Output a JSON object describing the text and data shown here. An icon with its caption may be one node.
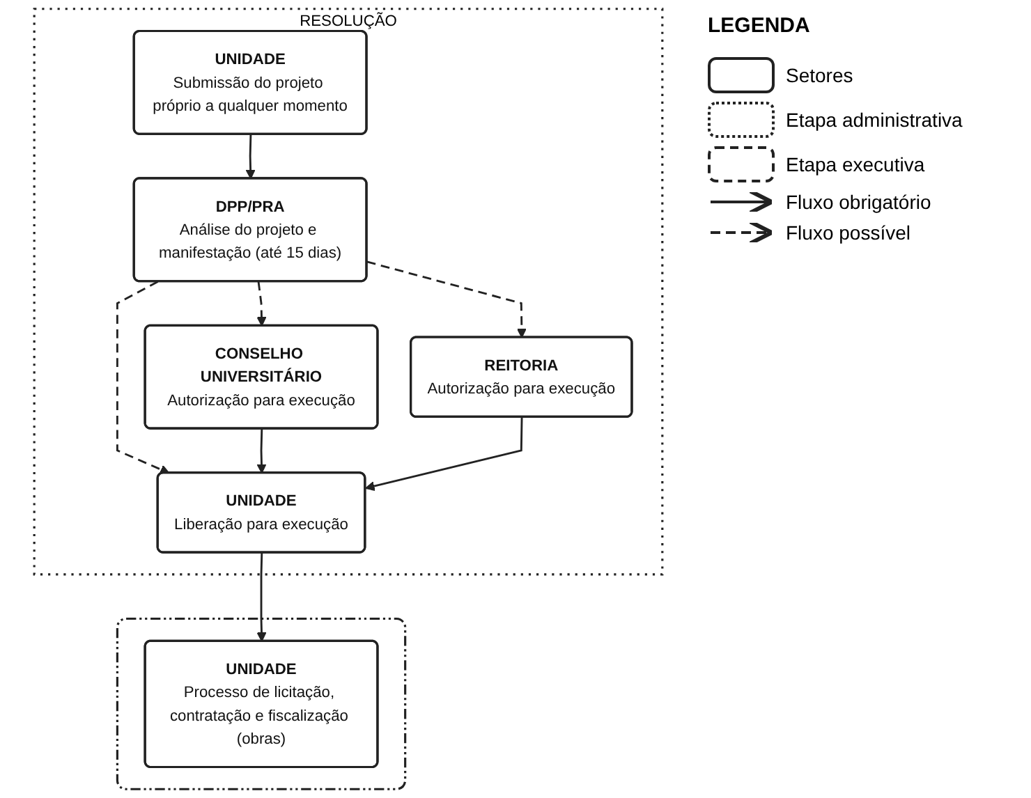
{
  "diagram": {
    "nodes": [
      {
        "text": [
          "RESOLUÇÃO"
        ]
      },
      {
        "text": [
          "UNIDADE",
          "Submissão do projeto próprio a qualquer momento"
        ],
        "in": 0
      },
      {
        "text": [
          "DPP/PRA",
          "Análise do projeto e manifestação (até 15 dias)"
        ],
        "in": 0
      },
      {
        "text": [
          "CONSELHO UNIVERSITÁRIO",
          "Autorização para execução"
        ],
        "in": 0
      },
      {
        "text": [
          "REITORIA",
          "Autorização para execução"
        ],
        "in": 0
      },
      {
        "text": [
          "UNIDADE",
          "Liberação para execução"
        ],
        "in": 0
      },
      {
        "text": [],
        "shape": "box"
      },
      {
        "text": [
          "UNIDADE",
          "Processo de licitação, contratação e fiscalização (obras)"
        ],
        "in": 6
      }
    ],
    "edges": [
      {
        "from": 1,
        "to": 2,
        "arrow": "to"
      },
      {
        "from": 2,
        "to": 3,
        "arrow": "to",
        "style": "dashed"
      },
      {
        "from": 2,
        "to": 4,
        "arrow": "to",
        "style": "dashed"
      },
      {
        "from": 2,
        "to": 5,
        "arrow": "to",
        "style": "dashed"
      },
      {
        "from": 3,
        "to": 5,
        "arrow": "to"
      },
      {
        "from": 4,
        "to": 5,
        "arrow": "to"
      },
      {
        "from": 5,
        "to": 7,
        "arrow": "to"
      }
    ],
    "labels": [
      "LEGENDA"
    ],
    "legend": [
      {
        "text": "Setores"
      },
      {
        "text": "Etapa administrativa"
      },
      {
        "text": "Etapa executiva"
      },
      {
        "text": "Fluxo obrigatório"
      },
      {
        "text": "Fluxo possível"
      }
    ]
  }
}
